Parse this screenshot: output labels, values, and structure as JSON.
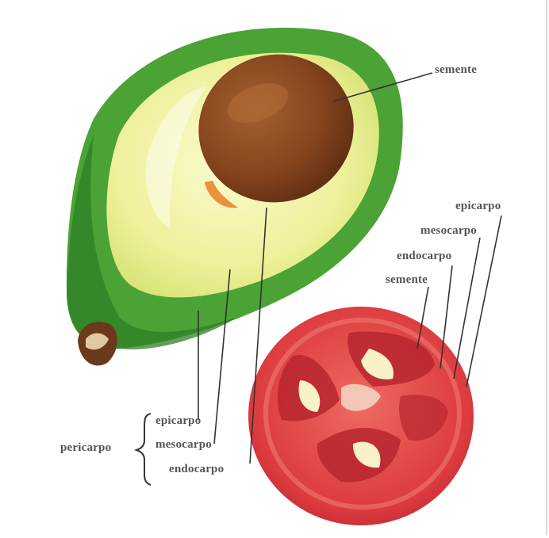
{
  "labels": {
    "avocado_semente": "semente",
    "tomato_epicarpo": "epicarpo",
    "tomato_mesocarpo": "mesocarpo",
    "tomato_endocarpo": "endocarpo",
    "tomato_semente": "semente",
    "pericarpo": "pericarpo",
    "epicarpo": "epicarpo",
    "mesocarpo": "mesocarpo",
    "endocarpo": "endocarpo"
  },
  "colors": {
    "avocado_skin": "#3f9a2e",
    "avocado_flesh": "#f2f2a0",
    "avocado_seed": "#8a4a22",
    "tomato_skin": "#d8333a",
    "tomato_flesh": "#e85a55",
    "tomato_seed_gel": "#f6f0c8",
    "label_text": "#555555",
    "leader_line": "#333333"
  },
  "icons": {
    "avocado": "avocado-half-illustration",
    "tomato": "tomato-cross-section-illustration",
    "brace": "curly-brace"
  }
}
